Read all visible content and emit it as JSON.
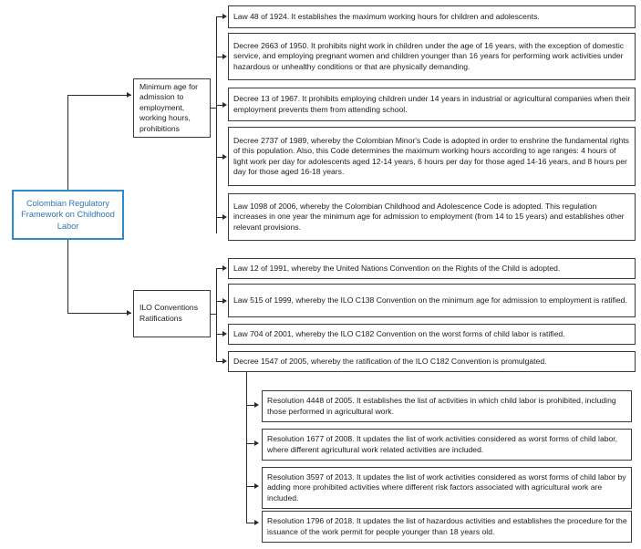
{
  "diagram": {
    "title": "Colombian Regulatory Framework on Childhood Labor",
    "root": {
      "label": "Colombian Regulatory Framework on Childhood Labor",
      "border_color": "#2f8ccc",
      "text_color": "#2e75b6"
    },
    "categories": [
      {
        "id": "minimum-age",
        "label": "Minimum age for admission to employment, working hours, prohibitions",
        "items": [
          {
            "id": "law-48-1924",
            "text": "Law 48 of 1924. It establishes the maximum working hours for children and adolescents."
          },
          {
            "id": "decree-2663-1950",
            "text": "Decree 2663 of 1950. It prohibits night work in children under the age of 16 years, with the exception of domestic service, and employing pregnant women and children younger than 16 years for performing work activities under hazardous or unhealthy conditions or that are physically demanding."
          },
          {
            "id": "decree-13-1967",
            "text": "Decree 13 of 1967. It prohibits employing children under 14 years in industrial or agricultural companies when their employment prevents them from attending school."
          },
          {
            "id": "decree-2737-1989",
            "text": "Decree 2737 of 1989, whereby the Colombian Minor's Code is adopted in order to enshrine the fundamental rights of this population. Also, this Code determines the maximum working hours according to age ranges: 4 hours of light work per day for adolescents aged 12-14 years, 6 hours per day for those aged 14-16 years, and 8 hours per day for those aged 16-18 years."
          },
          {
            "id": "law-1098-2006",
            "text": "Law 1098 of 2006, whereby the Colombian Childhood and Adolescence Code is adopted. This regulation increases in one year the minimum age for admission to employment (from 14 to 15 years) and establishes other relevant provisions."
          }
        ]
      },
      {
        "id": "ilo-conventions",
        "label": "ILO Conventions Ratifications",
        "items": [
          {
            "id": "law-12-1991",
            "text": "Law 12 of 1991, whereby the United Nations Convention on the Rights of the Child is adopted."
          },
          {
            "id": "law-515-1999",
            "text": "Law 515 of 1999, whereby the ILO C138 Convention on the minimum age for admission to employment is ratified."
          },
          {
            "id": "law-704-2001",
            "text": "Law 704 of 2001, whereby the ILO C182 Convention on the worst forms of child labor is ratified."
          },
          {
            "id": "decree-1547-2005",
            "text": "Decree 1547 of 2005, whereby the ratification of the ILO C182 Convention is promulgated."
          }
        ],
        "sub_items": [
          {
            "id": "resolution-4448-2005",
            "text": "Resolution 4448 of 2005. It establishes the list of activities in which child labor is prohibited, including those performed in agricultural work."
          },
          {
            "id": "resolution-1677-2008",
            "text": "Resolution 1677 of 2008. It updates the list of work activities considered as worst forms of child labor, where different agricultural work related activities are included."
          },
          {
            "id": "resolution-3597-2013",
            "text": "Resolution 3597 of 2013. It updates the list of work activities considered as worst forms of child labor by adding more prohibited activities where different risk factors associated with agricultural work are included."
          },
          {
            "id": "resolution-1796-2018",
            "text": "Resolution 1796 of 2018. It updates the list of hazardous activities and establishes the procedure for the issuance of the work permit for people younger than 18 years old."
          }
        ]
      }
    ]
  }
}
